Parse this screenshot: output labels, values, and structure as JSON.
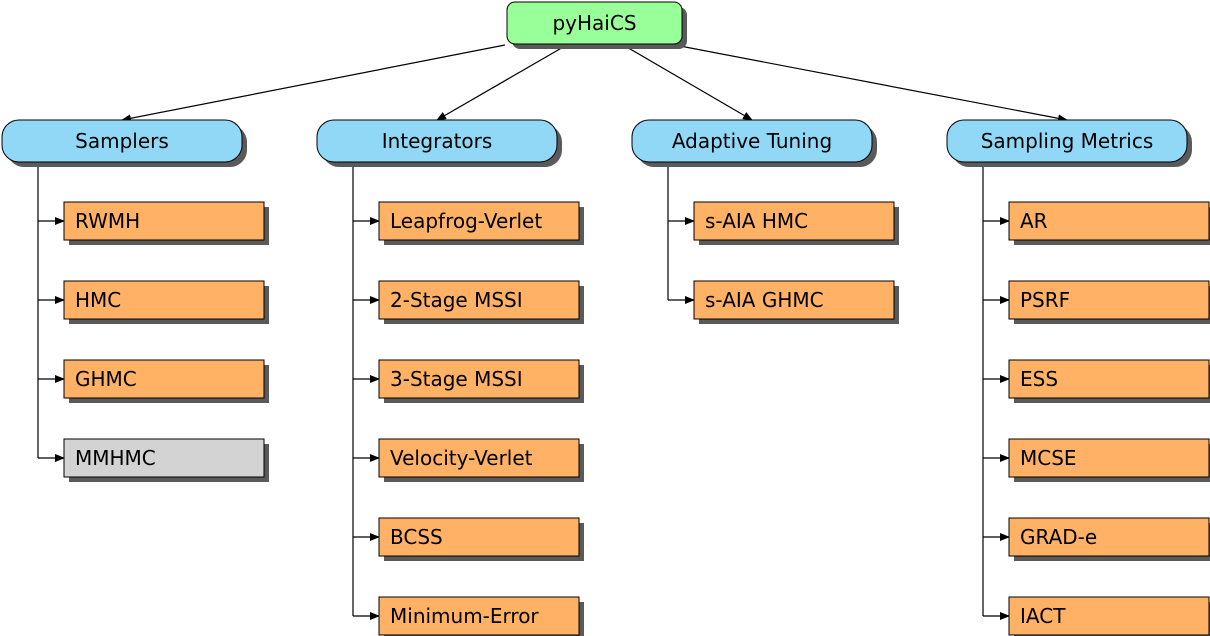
{
  "root": {
    "label": "pyHaiCS",
    "color": "#99ff99"
  },
  "category_color": "#90d8f6",
  "leaf_color": "#ffb266",
  "disabled_leaf_color": "#d3d3d3",
  "categories": [
    {
      "label": "Samplers",
      "items": [
        {
          "label": "RWMH",
          "disabled": false
        },
        {
          "label": "HMC",
          "disabled": false
        },
        {
          "label": "GHMC",
          "disabled": false
        },
        {
          "label": "MMHMC",
          "disabled": true
        }
      ]
    },
    {
      "label": "Integrators",
      "items": [
        {
          "label": "Leapfrog-Verlet",
          "disabled": false
        },
        {
          "label": "2-Stage MSSI",
          "disabled": false
        },
        {
          "label": "3-Stage MSSI",
          "disabled": false
        },
        {
          "label": "Velocity-Verlet",
          "disabled": false
        },
        {
          "label": "BCSS",
          "disabled": false
        },
        {
          "label": "Minimum-Error",
          "disabled": false
        }
      ]
    },
    {
      "label": "Adaptive Tuning",
      "items": [
        {
          "label": "s-AIA HMC",
          "disabled": false
        },
        {
          "label": "s-AIA GHMC",
          "disabled": false
        }
      ]
    },
    {
      "label": "Sampling Metrics",
      "items": [
        {
          "label": "AR",
          "disabled": false
        },
        {
          "label": "PSRF",
          "disabled": false
        },
        {
          "label": "ESS",
          "disabled": false
        },
        {
          "label": "MCSE",
          "disabled": false
        },
        {
          "label": "GRAD-e",
          "disabled": false
        },
        {
          "label": "IACT",
          "disabled": false
        }
      ]
    }
  ]
}
